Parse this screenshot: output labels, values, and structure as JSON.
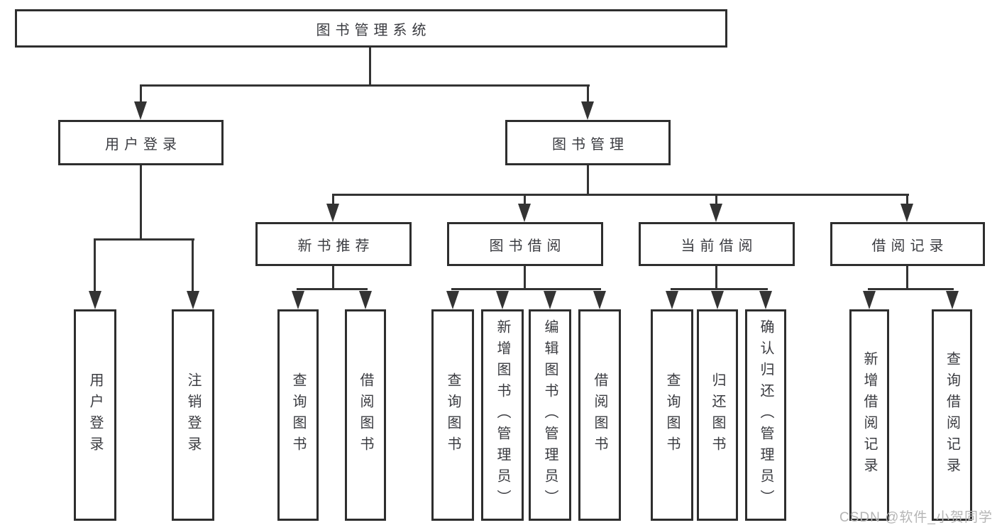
{
  "tree": {
    "label": "图书管理系统",
    "children": [
      {
        "label": "用户登录",
        "children": [
          {
            "label": "用户登录"
          },
          {
            "label": "注销登录"
          }
        ]
      },
      {
        "label": "图书管理",
        "children": [
          {
            "label": "新书推荐",
            "children": [
              {
                "label": "查询图书"
              },
              {
                "label": "借阅图书"
              }
            ]
          },
          {
            "label": "图书借阅",
            "children": [
              {
                "label": "查询图书"
              },
              {
                "label": "新增图书（管理员）"
              },
              {
                "label": "编辑图书（管理员）"
              },
              {
                "label": "借阅图书"
              }
            ]
          },
          {
            "label": "当前借阅",
            "children": [
              {
                "label": "查询图书"
              },
              {
                "label": "归还图书"
              },
              {
                "label": "确认归还（管理员）"
              }
            ]
          },
          {
            "label": "借阅记录",
            "children": [
              {
                "label": "新增借阅记录"
              },
              {
                "label": "查询借阅记录"
              }
            ]
          }
        ]
      }
    ]
  },
  "watermark": "CSDN @软件_小贺同学",
  "colors": {
    "line": "#333333",
    "border": "#2e2e2e",
    "text": "#3a3b40",
    "box_background": "#ffffff",
    "watermark": "#b5b5b5"
  }
}
